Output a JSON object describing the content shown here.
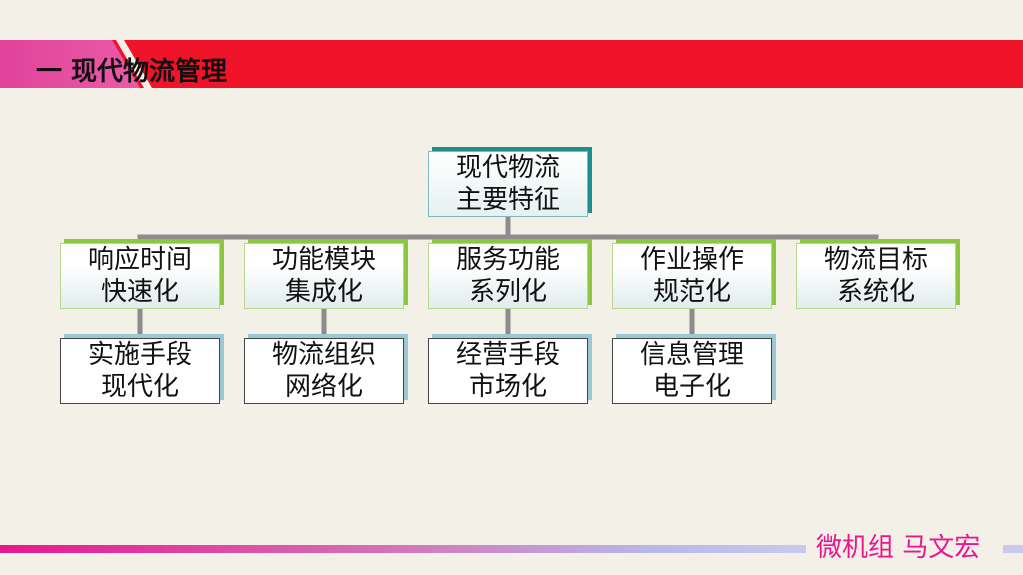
{
  "header": {
    "title": "一  现代物流管理",
    "colors": {
      "band_red": "#f0142b",
      "band_pink": "#e0439a"
    }
  },
  "diagram": {
    "root": "现代物流\n主要特征",
    "branches": [
      {
        "feature": "响应时间\n快速化",
        "detail": "实施手段\n现代化"
      },
      {
        "feature": "功能模块\n集成化",
        "detail": "物流组织\n网络化"
      },
      {
        "feature": "服务功能\n系列化",
        "detail": "经营手段\n市场化"
      },
      {
        "feature": "作业操作\n规范化",
        "detail": "信息管理\n电子化"
      },
      {
        "feature": "物流目标\n系统化",
        "detail": ""
      }
    ],
    "colors": {
      "connector": "#8c8c8c",
      "accent_teal": "#1e8e8e",
      "accent_green": "#8dc63f"
    }
  },
  "footer": {
    "author": "微机组 马文宏",
    "colors": {
      "text": "#e8178e"
    }
  }
}
